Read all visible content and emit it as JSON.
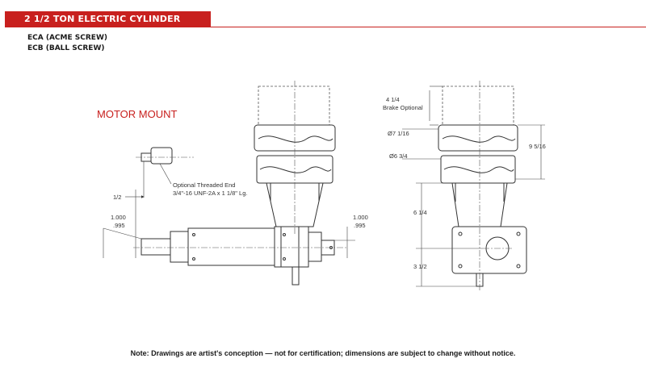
{
  "header": {
    "title": "2 1/2 TON ELECTRIC CYLINDER",
    "accent_color": "#c8201e"
  },
  "models": [
    "ECA (ACME SCREW)",
    "ECB (BALL SCREW)"
  ],
  "section_label": "MOTOR MOUNT",
  "side_view": {
    "thread_callout_line1": "Optional Threaded End",
    "thread_callout_line2": "3/4\"-16 UNF-2A x 1 1/8\" Lg.",
    "dim_rod_offset": "1/2",
    "dim_left_upper": "1.000",
    "dim_left_lower": ".995",
    "dim_right_upper": "1.000",
    "dim_right_lower": ".995"
  },
  "end_view": {
    "dim_brake_value": "4 1/4",
    "dim_brake_label": "Brake Optional",
    "dim_dia_upper": "Ø7 1/16",
    "dim_dia_lower": "Ø6 3/4",
    "dim_height_motor": "9 5/16",
    "dim_height_mount": "6 1/4",
    "dim_height_base": "3 1/2"
  },
  "footer_note": "Note: Drawings are artist's conception — not for certification; dimensions are subject to change without notice."
}
